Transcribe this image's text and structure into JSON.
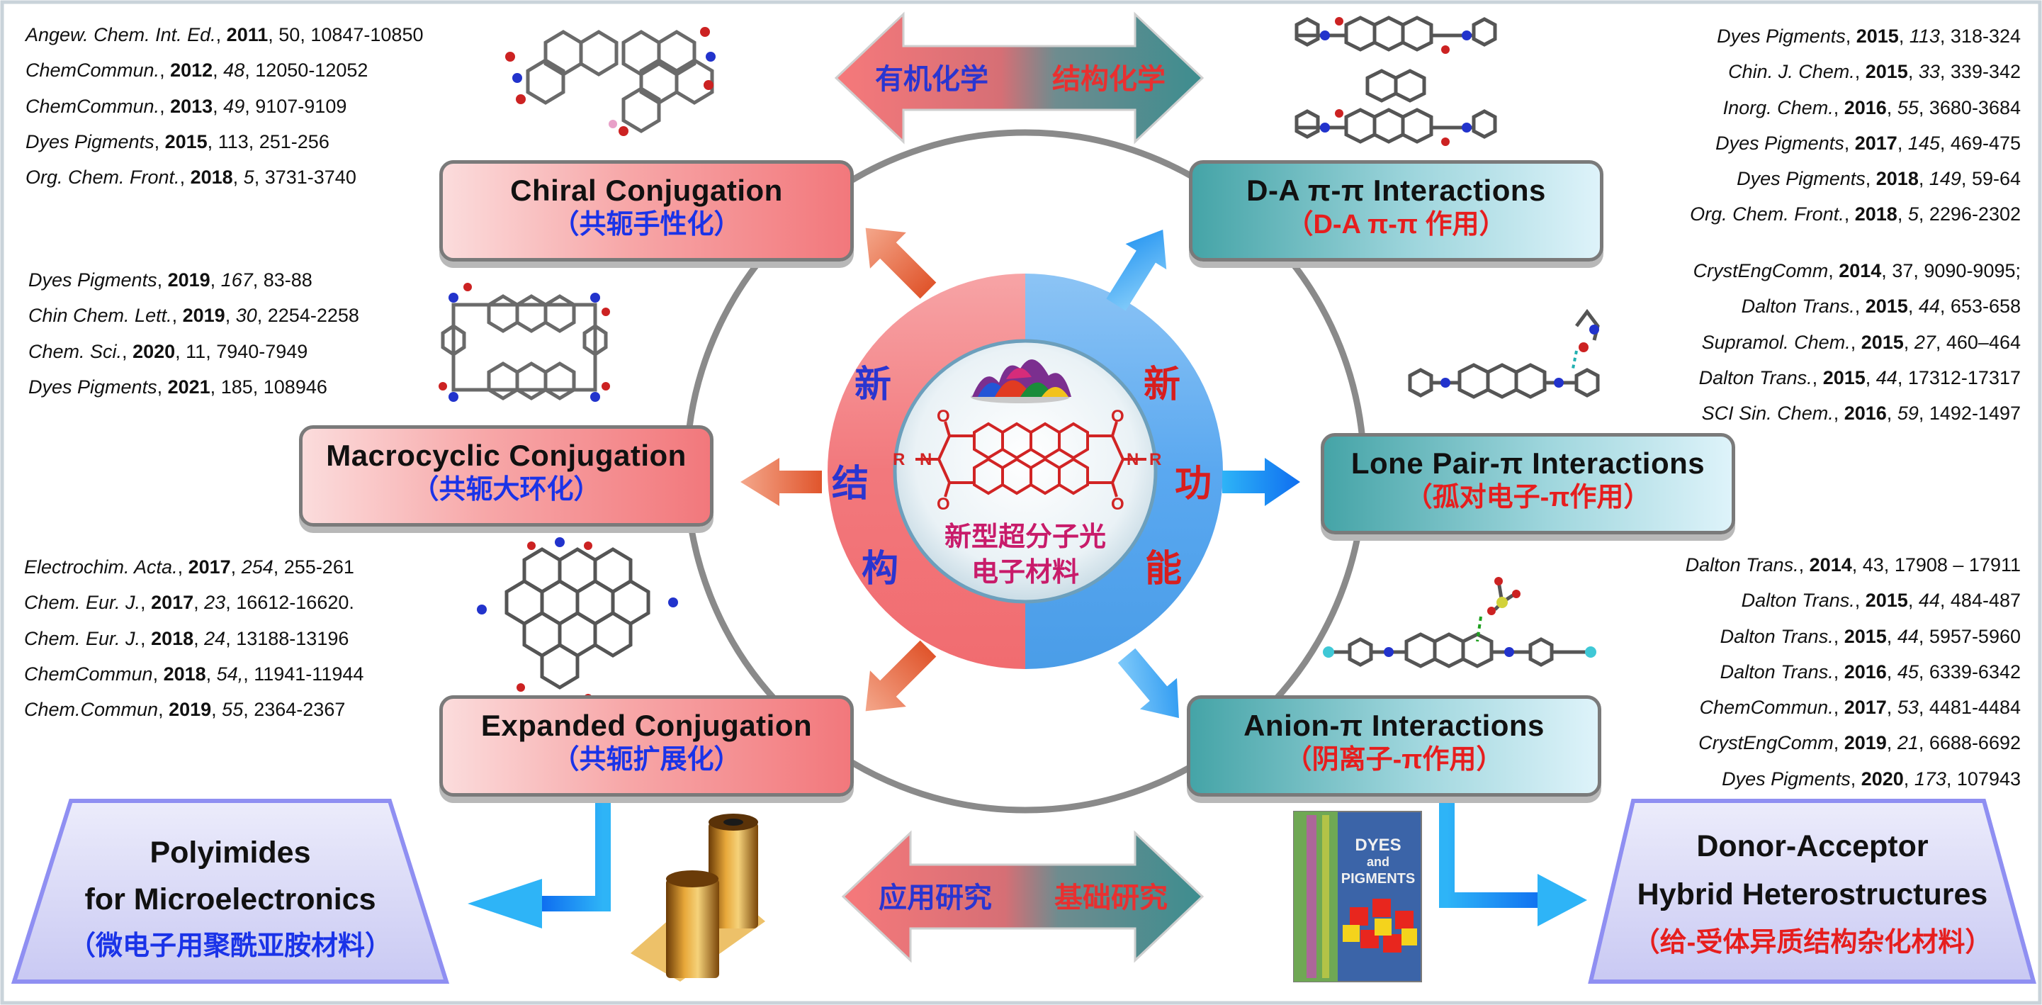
{
  "top_arrow": {
    "left": "有机化学",
    "right": "结构化学"
  },
  "bottom_arrow": {
    "left": "应用研究",
    "right": "基础研究"
  },
  "center": {
    "left_chars": [
      "新",
      "结",
      "构"
    ],
    "right_chars": [
      "新",
      "功",
      "能"
    ],
    "caption_line1": "新型超分子光",
    "caption_line2": "电子材料",
    "molecule_labels": {
      "r": "R",
      "n": "N",
      "o": "O"
    }
  },
  "boxes": {
    "chiral": {
      "en": "Chiral Conjugation",
      "zh": "（共轭手性化）"
    },
    "macrocyclic": {
      "en": "Macrocyclic Conjugation",
      "zh": "（共轭大环化）"
    },
    "expanded": {
      "en": "Expanded Conjugation",
      "zh": "（共轭扩展化）"
    },
    "da": {
      "en": "D-A π-π Interactions",
      "zh": "（D-A π-π 作用）"
    },
    "lonepair": {
      "en": "Lone Pair-π Interactions",
      "zh": "（孤对电子-π作用）"
    },
    "anion": {
      "en": "Anion-π Interactions",
      "zh": "（阴离子-π作用）"
    }
  },
  "trapezoids": {
    "polyimides": {
      "line1": "Polyimides",
      "line2": "for Microelectronics",
      "line3": "（微电子用聚酰亚胺材料）"
    },
    "donor_acceptor": {
      "line1": "Donor-Acceptor",
      "line2": "Hybrid Heterostructures",
      "line3": "（给-受体异质结构杂化材料）"
    }
  },
  "cover": {
    "title_line1": "DYES",
    "title_line2": "and",
    "title_line3": "PIGMENTS"
  },
  "refs": {
    "chiral": [
      {
        "journal": "Angew. Chem. Int. Ed.",
        "year": "2011",
        "volume": "50",
        "pages": "10847-10850",
        "vol_italic": false
      },
      {
        "journal": "ChemCommun.",
        "year": "2012",
        "volume": "48",
        "pages": "12050-12052",
        "vol_italic": true
      },
      {
        "journal": "ChemCommun.",
        "year": "2013",
        "volume": "49",
        "pages": "9107-9109",
        "vol_italic": true
      },
      {
        "journal": "Dyes Pigments",
        "year": "2015",
        "volume": "113",
        "pages": "251-256",
        "vol_italic": false
      },
      {
        "journal": "Org. Chem. Front.",
        "year": "2018",
        "volume": "5",
        "pages": "3731-3740",
        "vol_italic": true
      }
    ],
    "macrocyclic": [
      {
        "journal": "Dyes Pigments",
        "year": "2019",
        "volume": "167",
        "pages": "83-88",
        "vol_italic": true
      },
      {
        "journal": "Chin Chem. Lett.",
        "year": "2019",
        "volume": "30",
        "pages": "2254-2258",
        "vol_italic": true
      },
      {
        "journal": "Chem. Sci.",
        "year": "2020",
        "volume": "11",
        "pages": "7940-7949",
        "vol_italic": false
      },
      {
        "journal": "Dyes Pigments",
        "year": "2021",
        "volume": "185",
        "pages": "108946",
        "vol_italic": false
      }
    ],
    "expanded": [
      {
        "journal": "Electrochim. Acta.",
        "year": "2017",
        "volume": "254",
        "pages": "255-261",
        "vol_italic": true
      },
      {
        "journal": "Chem. Eur. J.",
        "year": "2017",
        "volume": "23",
        "pages": "16612-16620.",
        "vol_italic": true
      },
      {
        "journal": "Chem. Eur. J.",
        "year": "2018",
        "volume": "24",
        "pages": "13188-13196",
        "vol_italic": true
      },
      {
        "journal": "ChemCommun",
        "year": "2018",
        "volume": "54,",
        "pages": "11941-11944",
        "vol_italic": true
      },
      {
        "journal": "Chem.Commun",
        "year": "2019",
        "volume": "55",
        "pages": "2364-2367",
        "vol_italic": true
      }
    ],
    "da": [
      {
        "journal": "Dyes Pigments",
        "year": "2015",
        "volume": "113",
        "pages": "318-324",
        "vol_italic": true
      },
      {
        "journal": "Chin. J. Chem.",
        "year": "2015",
        "volume": "33",
        "pages": "339-342",
        "vol_italic": true
      },
      {
        "journal": "Inorg. Chem.",
        "year": "2016",
        "volume": "55",
        "pages": "3680-3684",
        "vol_italic": true
      },
      {
        "journal": "Dyes Pigments",
        "year": "2017",
        "volume": "145",
        "pages": "469-475",
        "vol_italic": true
      },
      {
        "journal": "Dyes Pigments",
        "year": "2018",
        "volume": "149",
        "pages": "59-64",
        "vol_italic": true
      },
      {
        "journal": "Org. Chem. Front.",
        "year": "2018",
        "volume": "5",
        "pages": "2296-2302",
        "vol_italic": true
      }
    ],
    "lonepair": [
      {
        "journal": "CrystEngComm",
        "year": "2014",
        "volume": "37",
        "pages": "9090-9095;",
        "vol_italic": false
      },
      {
        "journal": "Dalton Trans.",
        "year": "2015",
        "volume": "44",
        "pages": "653-658",
        "vol_italic": true
      },
      {
        "journal": "Supramol. Chem.",
        "year": "2015",
        "volume": "27",
        "pages": "460–464",
        "vol_italic": true
      },
      {
        "journal": "Dalton Trans.",
        "year": "2015",
        "volume": "44",
        "pages": "17312-17317",
        "vol_italic": true
      },
      {
        "journal": "SCI Sin. Chem.",
        "year": "2016",
        "volume": "59",
        "pages": "1492-1497",
        "vol_italic": true
      }
    ],
    "anion": [
      {
        "journal": "Dalton Trans.",
        "year": "2014",
        "volume": "43",
        "pages": "17908 – 17911",
        "vol_italic": false
      },
      {
        "journal": "Dalton Trans.",
        "year": "2015",
        "volume": "44",
        "pages": "484-487",
        "vol_italic": true
      },
      {
        "journal": "Dalton Trans.",
        "year": "2015",
        "volume": "44",
        "pages": "5957-5960",
        "vol_italic": true
      },
      {
        "journal": "Dalton Trans.",
        "year": "2016",
        "volume": "45",
        "pages": "6339-6342",
        "vol_italic": true
      },
      {
        "journal": "ChemCommun.",
        "year": "2017",
        "volume": "53",
        "pages": "4481-4484",
        "vol_italic": true
      },
      {
        "journal": "CrystEngComm",
        "year": "2019",
        "volume": "21",
        "pages": "6688-6692",
        "vol_italic": true
      },
      {
        "journal": "Dyes Pigments",
        "year": "2020",
        "volume": "173",
        "pages": "107943",
        "vol_italic": true
      }
    ]
  },
  "colors": {
    "box_red": "#f2787c",
    "box_teal": "#45a4a7",
    "zh_blue": "#1a33e8",
    "zh_red": "#e61e1e",
    "ring_left": "#f2787c",
    "ring_right": "#5aa8f0",
    "arrow_blue": "#1b8ff0",
    "arrow_orange": "#e0552c",
    "trapezoid_fill": "#d6d6f5",
    "trapezoid_border": "#8f8ff2"
  },
  "icons": [
    "pigment-powder-icon",
    "perylene-diimide-molecule",
    "polyimide-film-roll-icon",
    "journal-cover-icon"
  ]
}
